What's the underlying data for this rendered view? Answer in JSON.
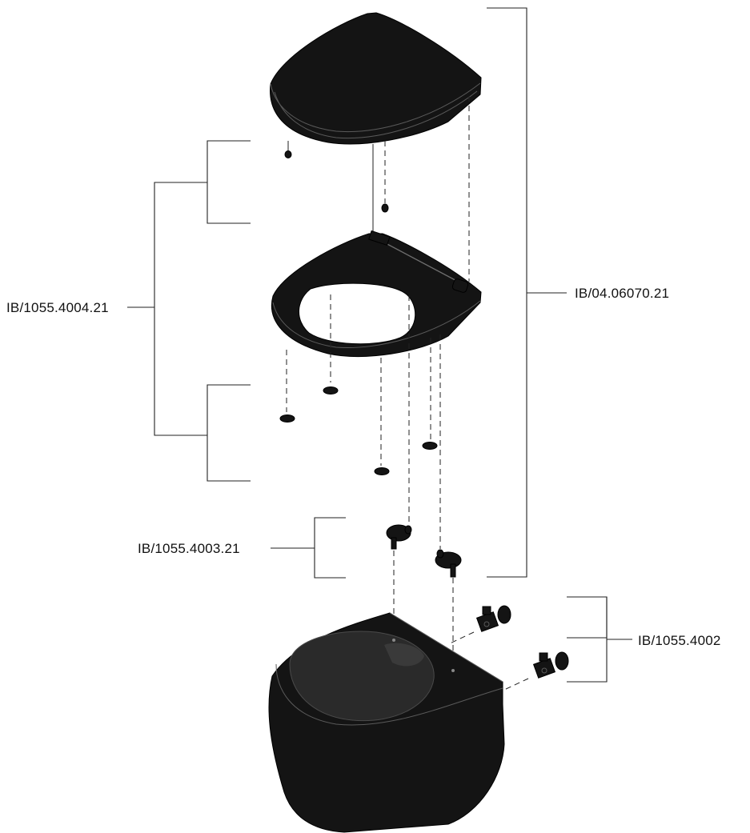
{
  "labels": {
    "seat_ring_set": "IB/1055.4004.21",
    "seat_complete": "IB/04.06070.21",
    "hinge_set": "IB/1055.4003.21",
    "fixing_set": "IB/1055.4002"
  },
  "colors": {
    "part_fill": "#141414",
    "line": "#222222",
    "background": "#ffffff"
  }
}
